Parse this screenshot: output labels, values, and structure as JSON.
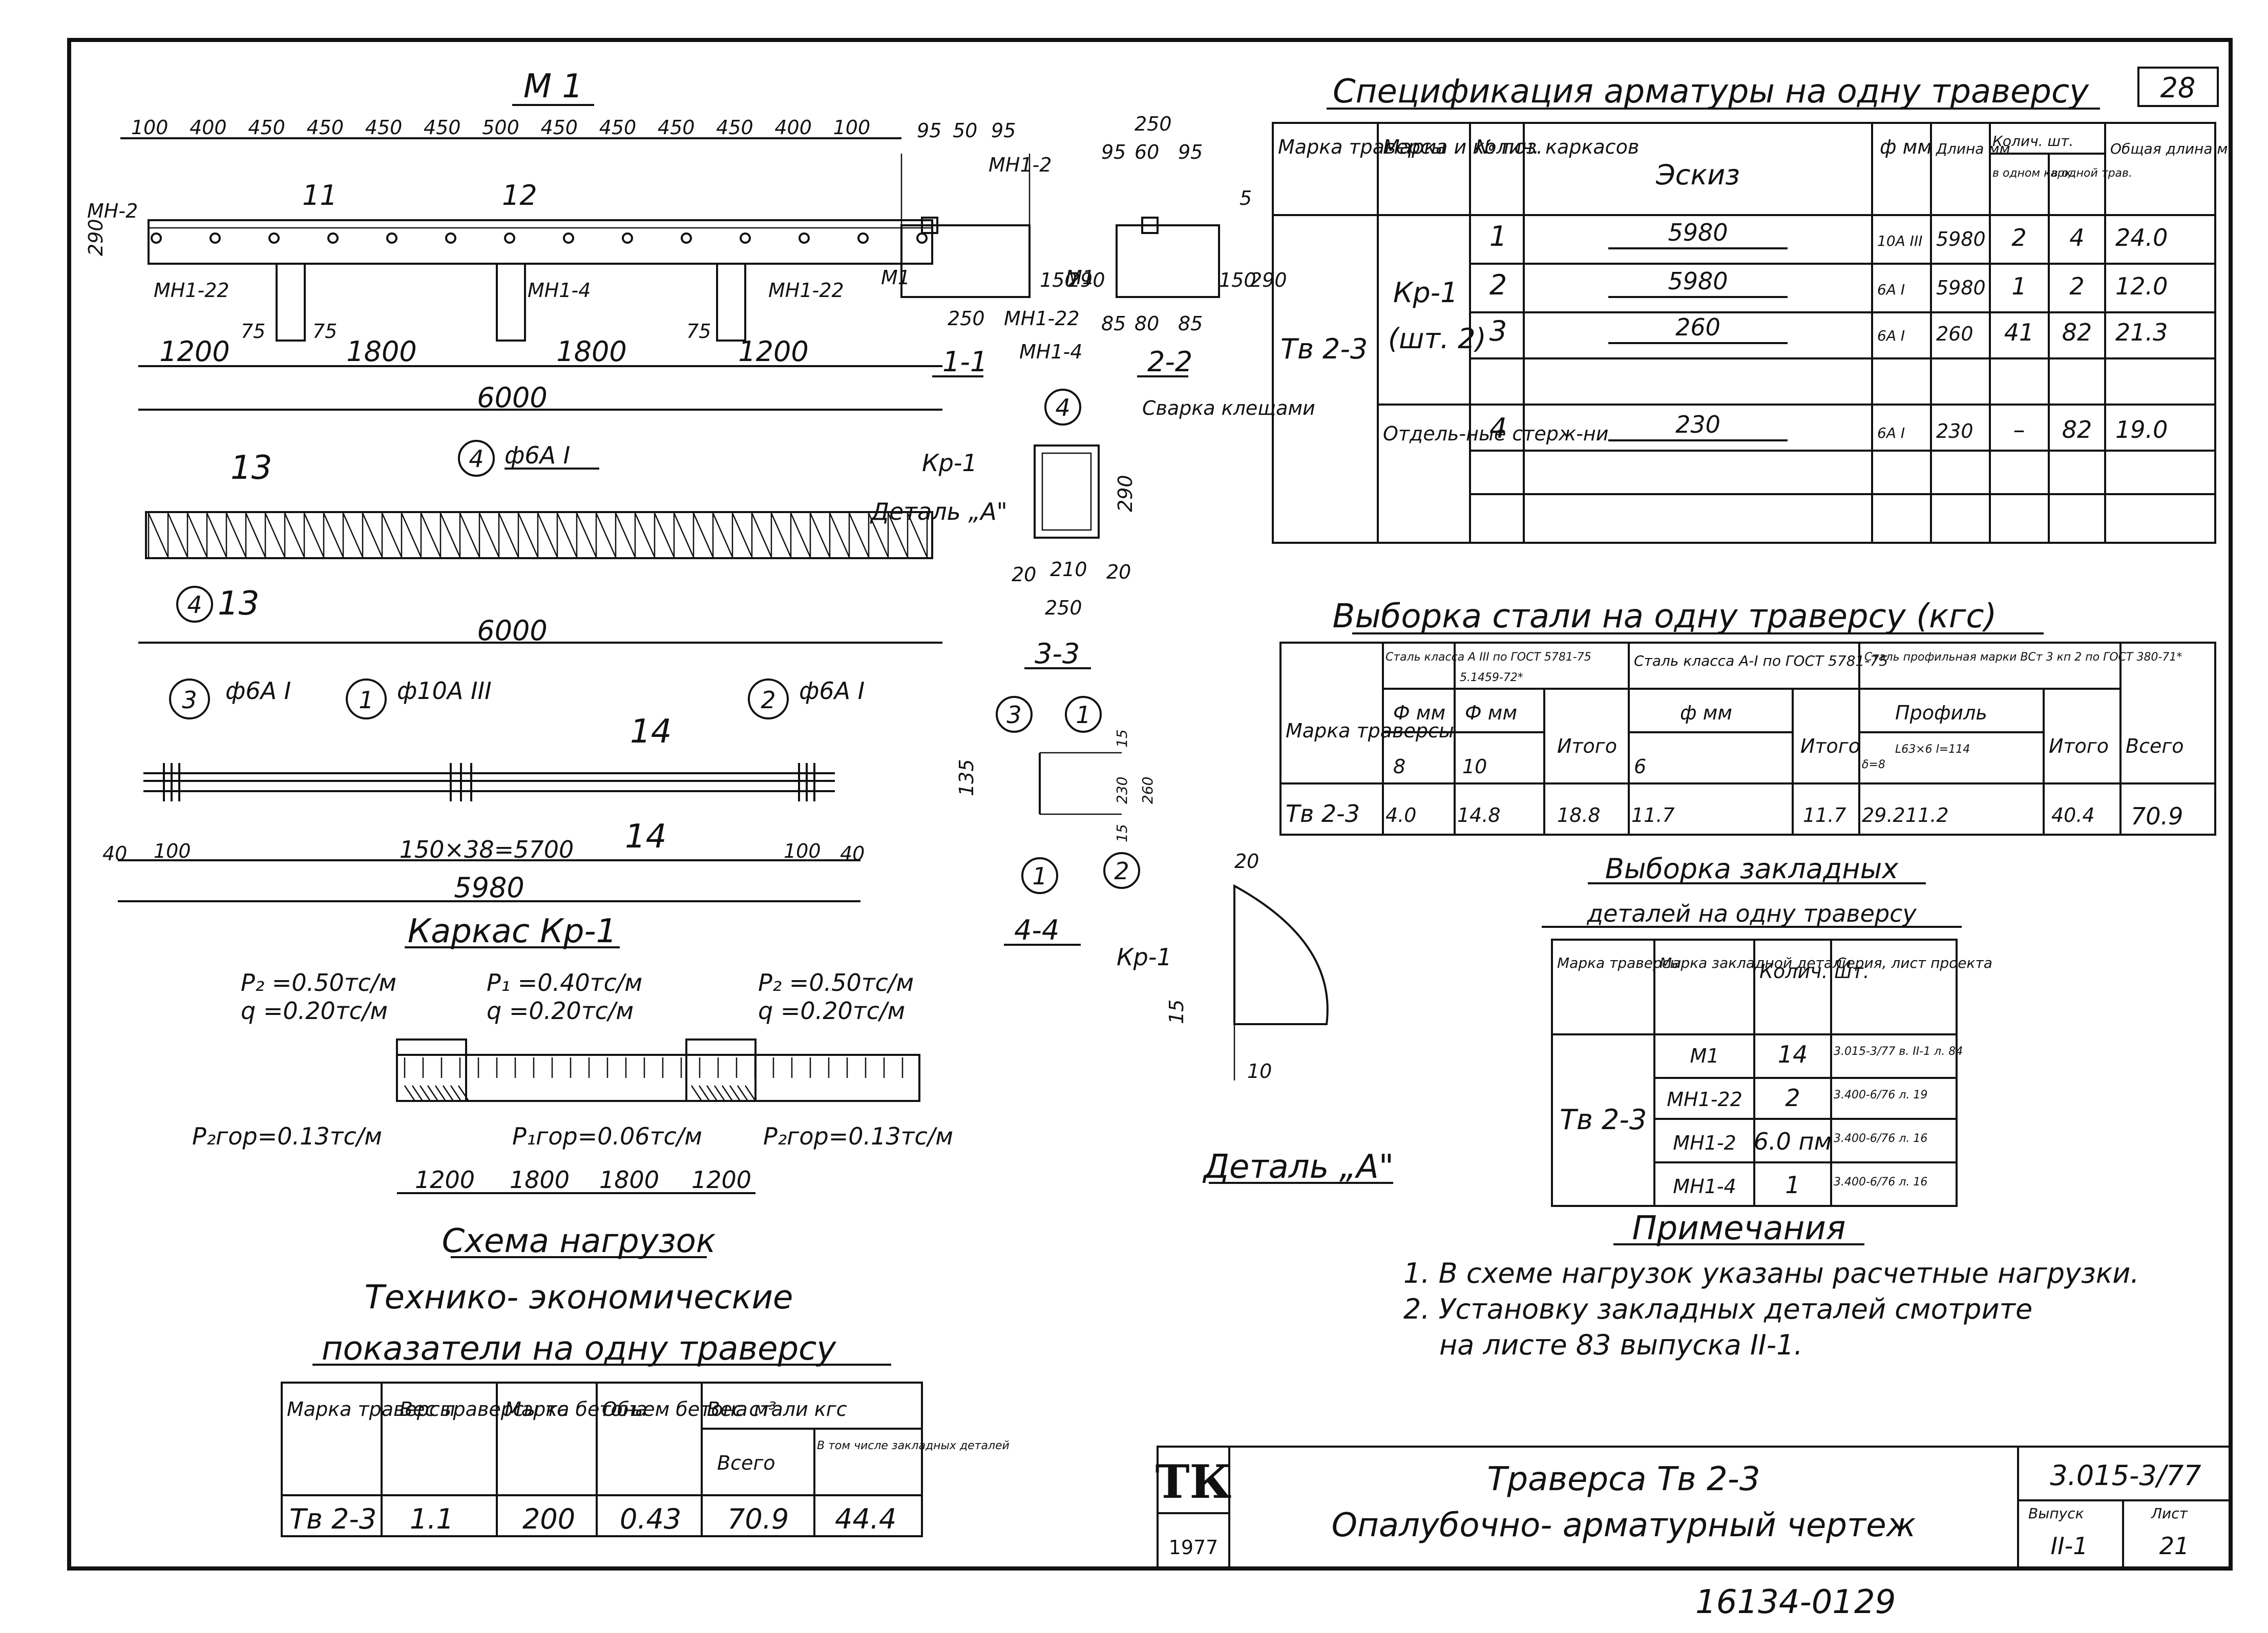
{
  "sheet": {
    "number": "28",
    "bottom_code": "16134-01",
    "bottom_page": "29"
  },
  "views": {
    "m1_title": "М 1",
    "dims_top": [
      "100",
      "400",
      "450",
      "450",
      "450",
      "450",
      "500",
      "450",
      "450",
      "450",
      "450",
      "400",
      "100"
    ],
    "dims_right_top": [
      "95",
      "50",
      "95"
    ],
    "dims_mid": [
      "1200",
      "1800",
      "1800",
      "1200"
    ],
    "dim_total": "6000",
    "dim_290": "290",
    "dim_5": "5",
    "dim_75": "75",
    "label_mn2": "МН-2",
    "label_i1": "11",
    "label_i2": "12",
    "label_mn22a": "МН1-22",
    "label_mn4": "МН1-4",
    "label_mn22b": "МН1-22",
    "s11_title": "1-1",
    "s22_title": "2-2",
    "s11_dim_250": "250",
    "s11_dim_150": "150",
    "s11_dim_290": "290",
    "s11_label_m1": "М1",
    "s11_label_mn12": "МН1-2",
    "s11_label_mn122": "МН1-22",
    "s22_dims_top": [
      "95",
      "60",
      "95"
    ],
    "s22_dim_250": "250",
    "s22_dims_bot": [
      "85",
      "80",
      "85"
    ],
    "s22_label_m1": "М1",
    "s22_label_mn4": "МН1-4",
    "s22_dim_150": "150",
    "s22_dim_290": "290",
    "s22_dim_5": "5",
    "i3_label": "13",
    "pos4": "4",
    "pos4_d": "ф6А I",
    "len_6000": "6000",
    "cage_pos3": "3",
    "cage_pos3_d": "ф6А I",
    "cage_pos1": "1",
    "cage_pos1_d": "ф10А III",
    "cage_pos2": "2",
    "cage_pos2_d": "ф6А I",
    "i4_label": "14",
    "cage_dim_40": "40",
    "cage_dim_100": "100",
    "cage_dim_mid": "150×38=5700",
    "cage_total": "5980",
    "cage_title": "Каркас Кр-1",
    "s33_title": "3-3",
    "s33_pos4": "4",
    "s33_weld": "Сварка клещами",
    "s33_kr1": "Кр-1",
    "s33_detail": "Деталь „А\"",
    "s33_dim_290": "290",
    "s33_dims_bot": [
      "20",
      "210",
      "20"
    ],
    "s33_dim_250": "250",
    "s44_title": "4-4",
    "s44_pos": [
      "3",
      "1",
      "1",
      "2"
    ],
    "s44_dims": [
      "135",
      "230",
      "260",
      "15",
      "15"
    ],
    "det_title": "Деталь „А\"",
    "det_kr1": "Кр-1",
    "det_dims": [
      "20",
      "15",
      "10"
    ]
  },
  "loads": {
    "title": "Схема нагрузок",
    "p2_left": "P₂ =0.50тс/м",
    "q_left": "q =0.20тс/м",
    "p1": "P₁ =0.40тс/м",
    "q_mid": "q =0.20тс/м",
    "p2_right": "P₂ =0.50тс/м",
    "q_right": "q =0.20тс/м",
    "p2hor_left": "P₂гор=0.13тс/м",
    "p1hor": "P₁гор=0.06тс/м",
    "p2hor_right": "P₂гор=0.13тс/м",
    "dims": [
      "1200",
      "1800",
      "1800",
      "1200"
    ]
  },
  "spec": {
    "title": "Спецификация арматуры на одну траверсу",
    "headers": {
      "mark": "Марка траверсы",
      "cage": "Марка и колич. каркасов",
      "pos": "№ поз.",
      "sketch": "Эскиз",
      "dia": "ф мм",
      "len": "Длина мм",
      "qty": "Колич. шт.",
      "qty_cage": "в одном карк.",
      "qty_trav": "в одной трав.",
      "total": "Общая длина м"
    },
    "mark": "Тв 2-3",
    "cage": "Кр-1",
    "cage_qty": "(шт. 2)",
    "separate": "Отдель-ные стерж-ни",
    "rows": [
      {
        "pos": "1",
        "sketch": "5980",
        "dia": "10А III",
        "len": "5980",
        "qc": "2",
        "qt": "4",
        "total": "24.0"
      },
      {
        "pos": "2",
        "sketch": "5980",
        "dia": "6А I",
        "len": "5980",
        "qc": "1",
        "qt": "2",
        "total": "12.0"
      },
      {
        "pos": "3",
        "sketch": "260",
        "dia": "6А I",
        "len": "260",
        "qc": "41",
        "qt": "82",
        "total": "21.3"
      },
      {
        "pos": "4",
        "sketch": "230",
        "dia": "6А I",
        "len": "230",
        "qc": "–",
        "qt": "82",
        "total": "19.0"
      }
    ]
  },
  "steel": {
    "title": "Выборка стали на одну траверсу (кгс)",
    "h_mark": "Марка траверсы",
    "h_a3": "Сталь класса А III по ГОСТ 5781-75",
    "h_a3b": "5.1459-72*",
    "h_a1": "Сталь класса А-I по ГОСТ 5781-75",
    "h_prof": "Сталь профильная марки ВСт 3 кп 2 по ГОСТ 380-71*",
    "h_phi_mm": "Ф мм",
    "h_phi_mm2": "Ф мм",
    "h_phi": "ф мм",
    "h_profile": "Профиль",
    "h_total": "Итого",
    "h_all": "Всего",
    "d8": "8",
    "d10": "10",
    "d6": "6",
    "p1": "δ=8",
    "p2": "L63×6 l=114",
    "row": {
      "mark": "Тв 2-3",
      "v8": "4.0",
      "v10": "14.8",
      "tot1": "18.8",
      "v6": "11.7",
      "tot2": "11.7",
      "pr1": "29.2",
      "pr2": "11.2",
      "tot3": "40.4",
      "all": "70.9"
    }
  },
  "embedded": {
    "title1": "Выборка закладных",
    "title2": "деталей на одну траверсу",
    "h_mark": "Марка траверсы",
    "h_part": "Марка закладной детали",
    "h_qty": "Колич. шт.",
    "h_series": "Серия, лист проекта",
    "mark": "Тв 2-3",
    "rows": [
      {
        "part": "М1",
        "qty": "14",
        "series": "3.015-3/77 в. II-1 л. 84"
      },
      {
        "part": "МН1-22",
        "qty": "2",
        "series": "3.400-6/76 л. 19"
      },
      {
        "part": "МН1-2",
        "qty": "6.0 пм",
        "series": "3.400-6/76 л. 16"
      },
      {
        "part": "МН1-4",
        "qty": "1",
        "series": "3.400-6/76 л. 16"
      }
    ]
  },
  "notes": {
    "title": "Примечания",
    "lines": [
      "1. В схеме нагрузок указаны расчетные нагрузки.",
      "2. Установку закладных деталей смотрите",
      "на листе 83 выпуска II-1."
    ]
  },
  "tech": {
    "title1": "Технико- экономические",
    "title2": "показатели на одну траверсу",
    "h_mark": "Марка траверсы",
    "h_weight": "Вес траверсы тс",
    "h_concrete": "Марка бетона",
    "h_volume": "Объем бетона м³",
    "h_steel": "Вес стали кгс",
    "h_all": "Всего",
    "h_incl": "В том числе закладных деталей",
    "row": {
      "mark": "Тв 2-3",
      "weight": "1.1",
      "concrete": "200",
      "volume": "0.43",
      "all": "70.9",
      "incl": "44.4"
    }
  },
  "stamp": {
    "logo": "ТК",
    "year": "1977",
    "title": "Траверса Тв 2-3",
    "subtitle": "Опалубочно- арматурный чертеж",
    "series": "3.015-3/77",
    "h_issue": "Выпуск",
    "h_sheet": "Лист",
    "issue": "II-1",
    "sheet": "21"
  }
}
